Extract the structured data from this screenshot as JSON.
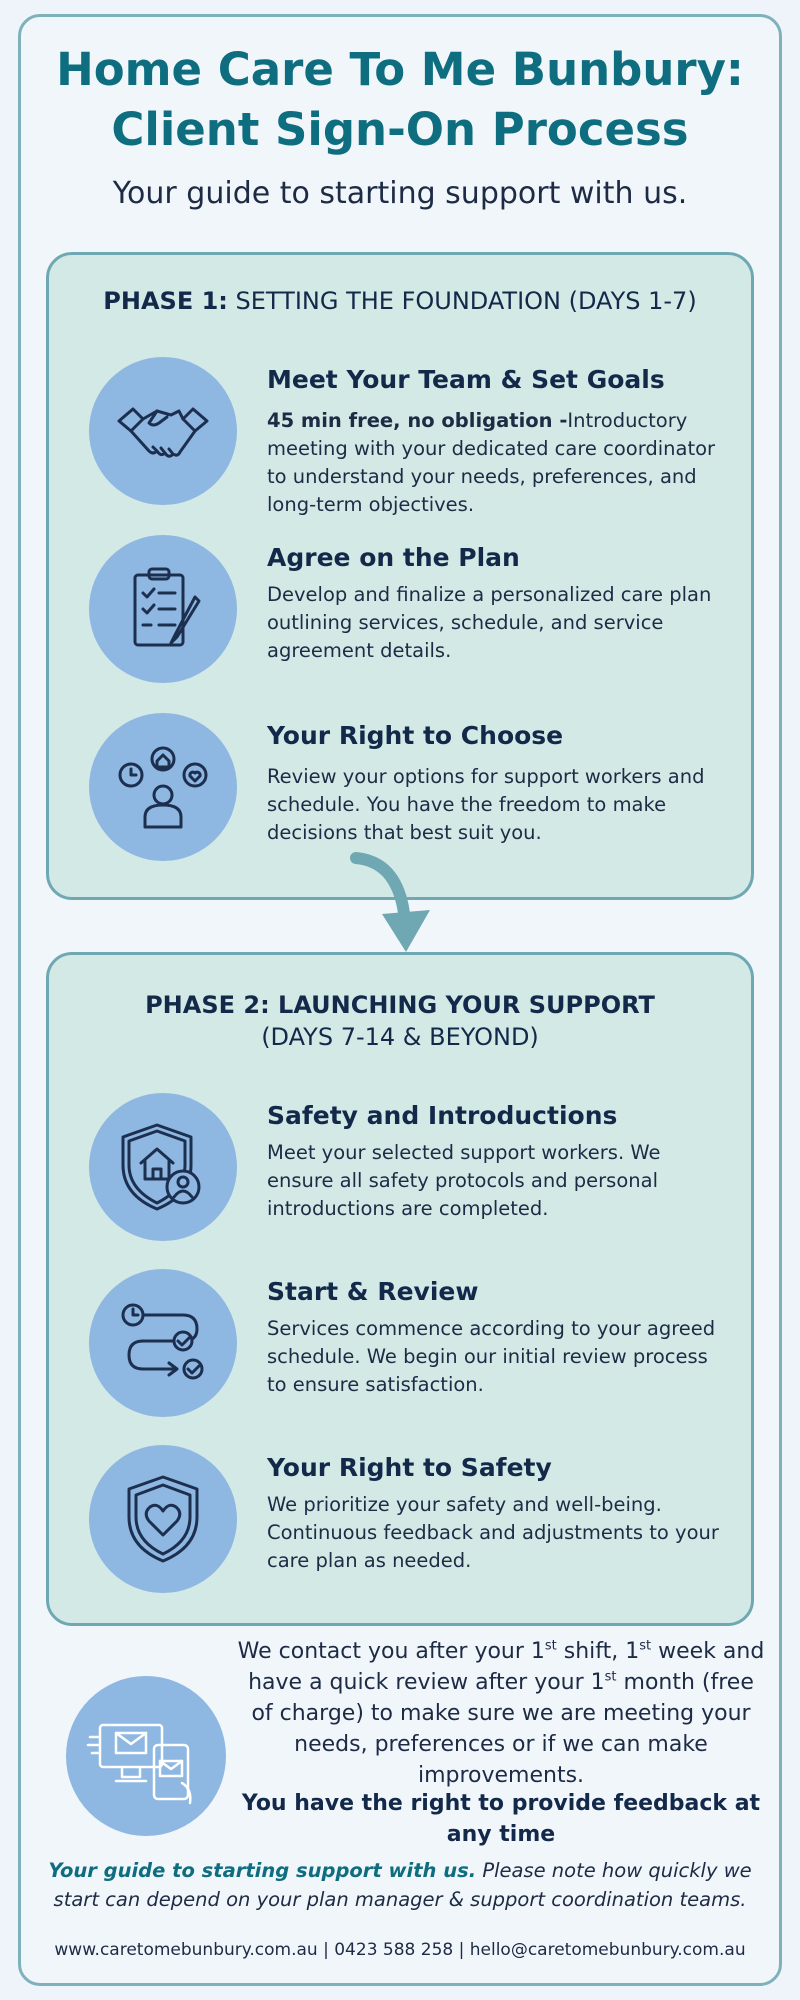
{
  "header": {
    "title_line1": "Home Care To Me Bunbury:",
    "title_line2": "Client Sign-On Process",
    "subtitle": "Your guide to starting support with us."
  },
  "phase1": {
    "label": "PHASE 1:",
    "heading": "SETTING THE FOUNDATION (DAYS 1-7)",
    "steps": [
      {
        "icon": "handshake-icon",
        "title": "Meet Your Team & Set Goals",
        "text_bold": "45 min free, no obligation -",
        "text": "Introductory meeting with your dedicated care coordinator to understand your needs, preferences, and long-term objectives."
      },
      {
        "icon": "clipboard-checklist-icon",
        "title": "Agree on the Plan",
        "text": "Develop and finalize a personalized care plan outlining services, schedule, and service agreement details."
      },
      {
        "icon": "person-choices-icon",
        "title": "Your Right to Choose",
        "text": "Review your options for support workers and schedule. You have the freedom to make decisions that best suit you."
      }
    ]
  },
  "phase2": {
    "heading_line1": "PHASE 2: LAUNCHING YOUR SUPPORT",
    "heading_line2": "(DAYS 7-14 & BEYOND)",
    "steps": [
      {
        "icon": "shield-home-person-icon",
        "title": "Safety and Introductions",
        "text": "Meet your selected support workers. We ensure all safety protocols and personal introductions are completed."
      },
      {
        "icon": "timeline-clock-check-icon",
        "title": "Start & Review",
        "text": "Services commence according to your agreed schedule. We begin our initial review process to ensure satisfaction."
      },
      {
        "icon": "shield-heart-icon",
        "title": "Your Right to Safety",
        "text": "We prioritize your safety and well-being. Continuous feedback and adjustments to your care plan as needed."
      }
    ]
  },
  "contact": {
    "icon": "devices-mail-icon",
    "part1": "We contact you after your 1",
    "sup1": "st",
    "part2": " shift, 1",
    "sup2": "st",
    "part3": " week and have a quick review after your 1",
    "sup3": "st",
    "part4": " month (free of charge) to make sure we are meeting your needs, preferences or if we can make improvements.",
    "feedback": "You have the right to provide feedback at any time"
  },
  "note": {
    "lead": "Your guide to starting support with us.",
    "text": " Please note how quickly we start can depend on your plan manager & support coordination teams."
  },
  "footer": {
    "text": "www.caretomebunbury.com.au | 0423 588 258 | hello@caretomebunbury.com.au"
  },
  "colors": {
    "title": "#0e6e7f",
    "phase_bg": "#d3e9e6",
    "phase_border": "#6fa8b2",
    "icon_circle": "#8eb7e2",
    "text_dark": "#13294a"
  }
}
